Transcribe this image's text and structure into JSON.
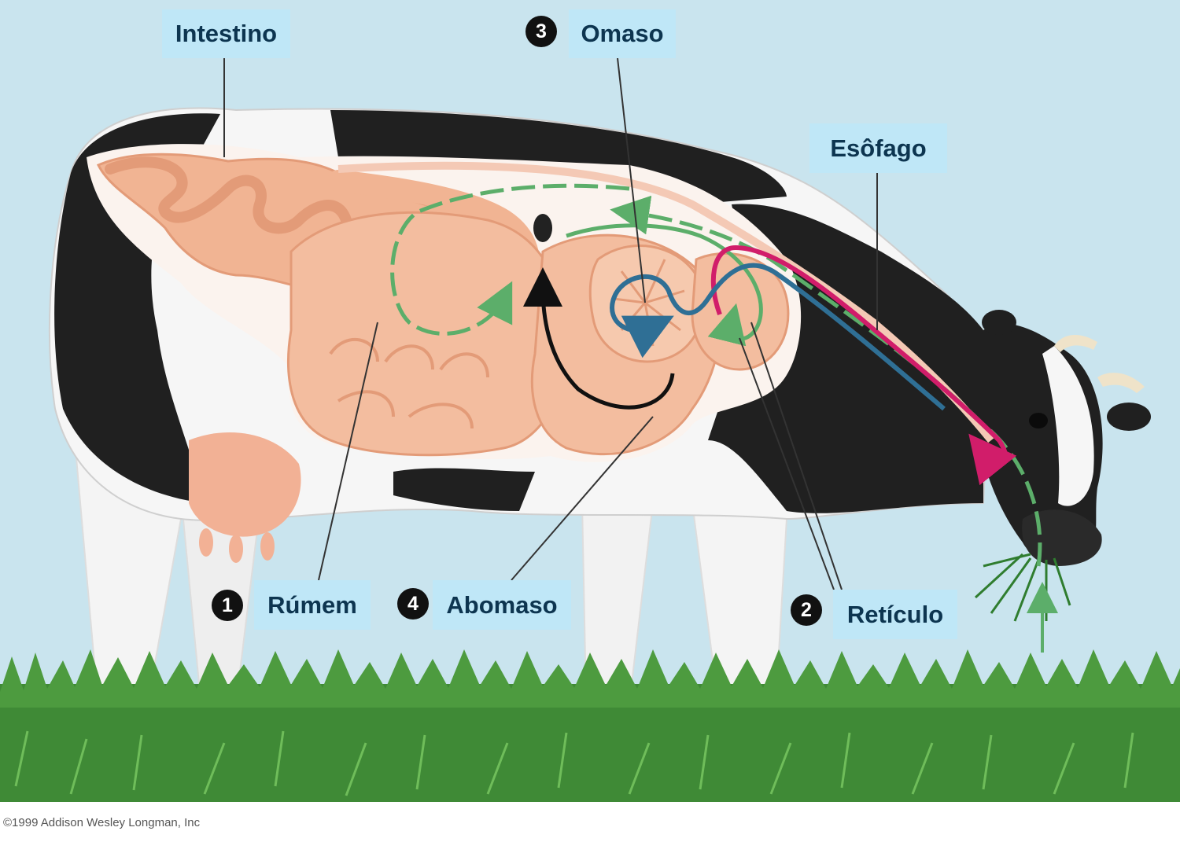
{
  "labels": {
    "intestino": "Intestino",
    "omaso": "Omaso",
    "esofago": "Esôfago",
    "rumem": "Rúmem",
    "abomaso": "Abomaso",
    "reticulo": "Retículo"
  },
  "steps": {
    "rumem": "1",
    "reticulo": "2",
    "omaso": "3",
    "abomaso": "4"
  },
  "copyright": "©1999 Addison Wesley Longman, Inc",
  "colors": {
    "sky": "#c9e4ee",
    "grass": "#3f8a36",
    "label_bg": "#bfe7f7",
    "label_text": "#0d3550",
    "organ": "#f1b493",
    "path_green": "#5cae6a",
    "path_blue": "#2f6f95",
    "path_magenta": "#d11d6a"
  }
}
